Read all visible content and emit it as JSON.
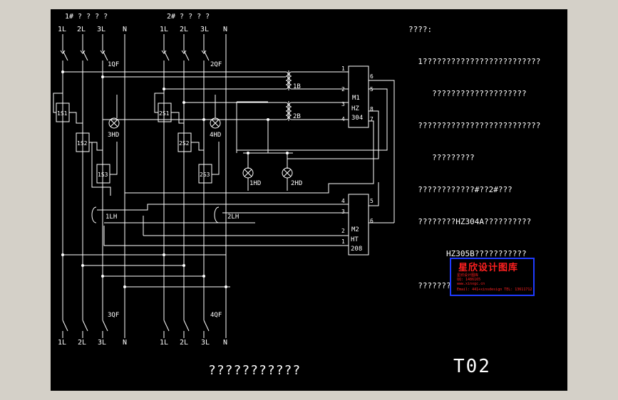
{
  "supply1": {
    "label": "1#  ? ? ? ?"
  },
  "supply2": {
    "label": "2#  ? ? ? ?"
  },
  "phases": [
    "1L",
    "2L",
    "3L",
    "N"
  ],
  "breakers": {
    "qf1": "1QF",
    "qf2": "2QF",
    "qf3": "3QF",
    "qf4": "4QF"
  },
  "relays": {
    "s1_1": "1S1",
    "s1_2": "1S2",
    "s1_3": "1S3",
    "s2_1": "2S1",
    "s2_2": "2S2",
    "s2_3": "2S3"
  },
  "lamps": {
    "hd1": "1HD",
    "hd2": "2HD",
    "hd3": "3HD",
    "hd4": "4HD"
  },
  "transformers": {
    "b1": "1B",
    "b2": "2B"
  },
  "current_sensors": {
    "lh1": "1LH",
    "lh2": "2LH"
  },
  "module1": {
    "name": "M1",
    "type_line1": "HZ",
    "type_line2": "304",
    "pins_left": [
      "1",
      "2",
      "3",
      "4"
    ],
    "pins_right": [
      "6",
      "5",
      "8",
      "7"
    ]
  },
  "module2": {
    "name": "M2",
    "type_line1": "HT",
    "type_line2": "208",
    "pins_left": [
      "4",
      "3",
      "2",
      "1"
    ],
    "pins_right": [
      "5",
      "6"
    ]
  },
  "notes": [
    "????:",
    "  1?????????????????????????",
    "     ????????????????????",
    "  ??????????????????????????",
    "     ?????????",
    "  ????????????#??2#???",
    "  ????????HZ304A??????????",
    "        HZ305B???????????",
    "  ????????HT208???????"
  ],
  "stamp": {
    "title": "星欣设计图库",
    "lines": [
      "星欣设计图库",
      "QQ: 1486165",
      "www.xinxgc.cn",
      "Email: 441+xinsdesign  TEL: 13611712"
    ]
  },
  "drawing_title": "???????????",
  "drawing_code": "T02"
}
